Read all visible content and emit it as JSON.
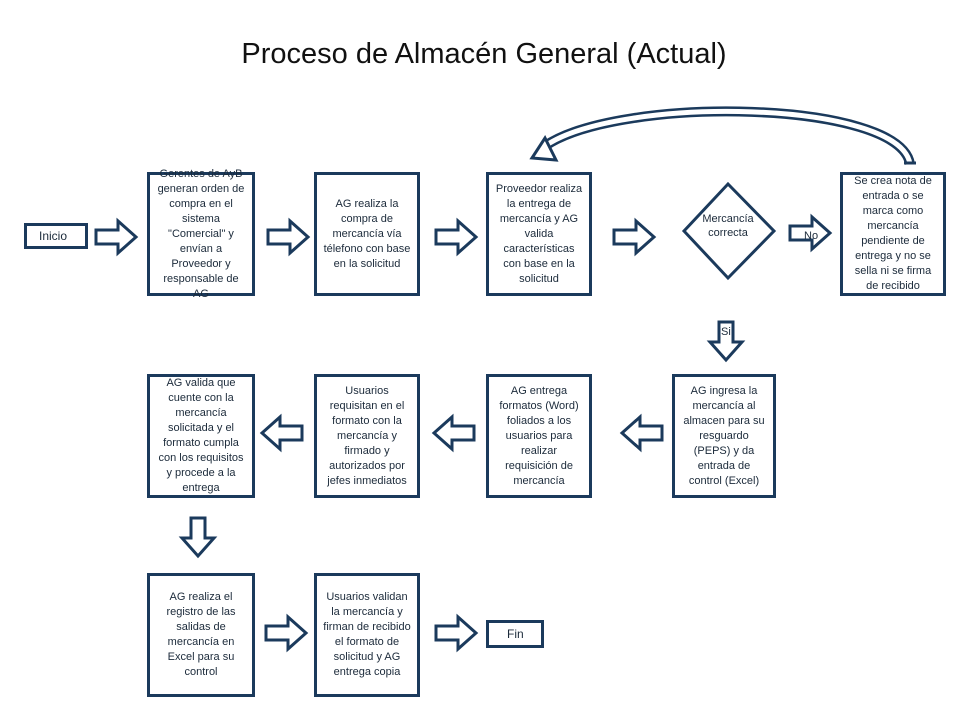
{
  "title": "Proceso de Almacén General (Actual)",
  "colors": {
    "stroke": "#1b3a5c",
    "text": "#1b2a3a"
  },
  "nodes": {
    "inicio": "Inicio",
    "gerentes": "Gerentes de AyB generan orden de compra en el sistema \"Comercial\" y envían a Proveedor y responsable de AG",
    "ag_compra": "AG realiza la compra de mercancía vía télefono con base en la solicitud",
    "proveedor": "Proveedor realiza la entrega de mercancía y AG valida características con base en la solicitud",
    "decision": "Mercancía correcta",
    "nota": "Se crea nota de entrada o se marca como mercancía pendiente de entrega y no se sella ni se firma de recibido",
    "ingresa": "AG ingresa la mercancía al almacen para su resguardo (PEPS) y da entrada de control (Excel)",
    "formatos": "AG entrega formatos (Word) foliados  a los usuarios para realizar requisición de mercancía",
    "requisitan": "Usuarios requisitan en el formato con la mercancía y  firmado y autorizados por  jefes inmediatos",
    "valida": "AG valida que cuente con la mercancía solicitada y el formato cumpla con los requisitos y procede a la entrega",
    "registro": "AG realiza el registro de las salidas de mercancía en Excel para su control",
    "usuarios_validan": "Usuarios validan la mercancía y firman de recibido el formato de solicitud y AG entrega copia",
    "fin": "Fin"
  },
  "edge_labels": {
    "no": "No",
    "si": "Si"
  }
}
